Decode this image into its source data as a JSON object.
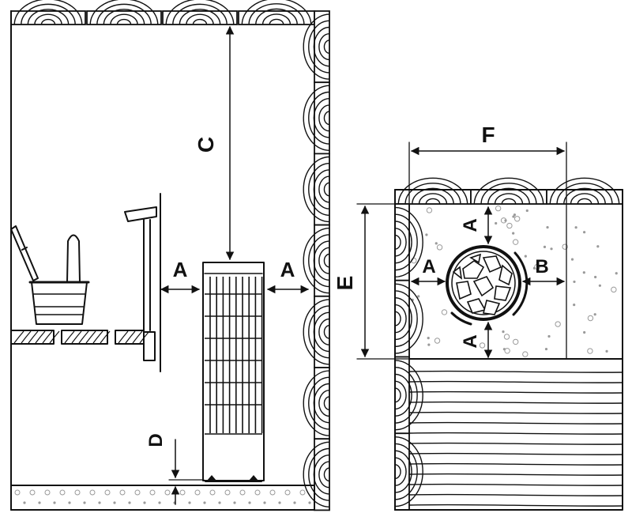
{
  "diagram": {
    "stroke_color": "#111111",
    "background_color": "#ffffff",
    "dot_color": "#9a9a9a",
    "labels": {
      "side_left_clearance": "A",
      "side_right_clearance": "A",
      "ceiling_distance": "C",
      "floor_gap": "D",
      "plan_width": "F",
      "plan_depth": "E",
      "plan_top_clearance": "A",
      "plan_bottom_clearance": "A",
      "plan_left_clearance": "A",
      "plan_right_clearance": "B"
    }
  }
}
